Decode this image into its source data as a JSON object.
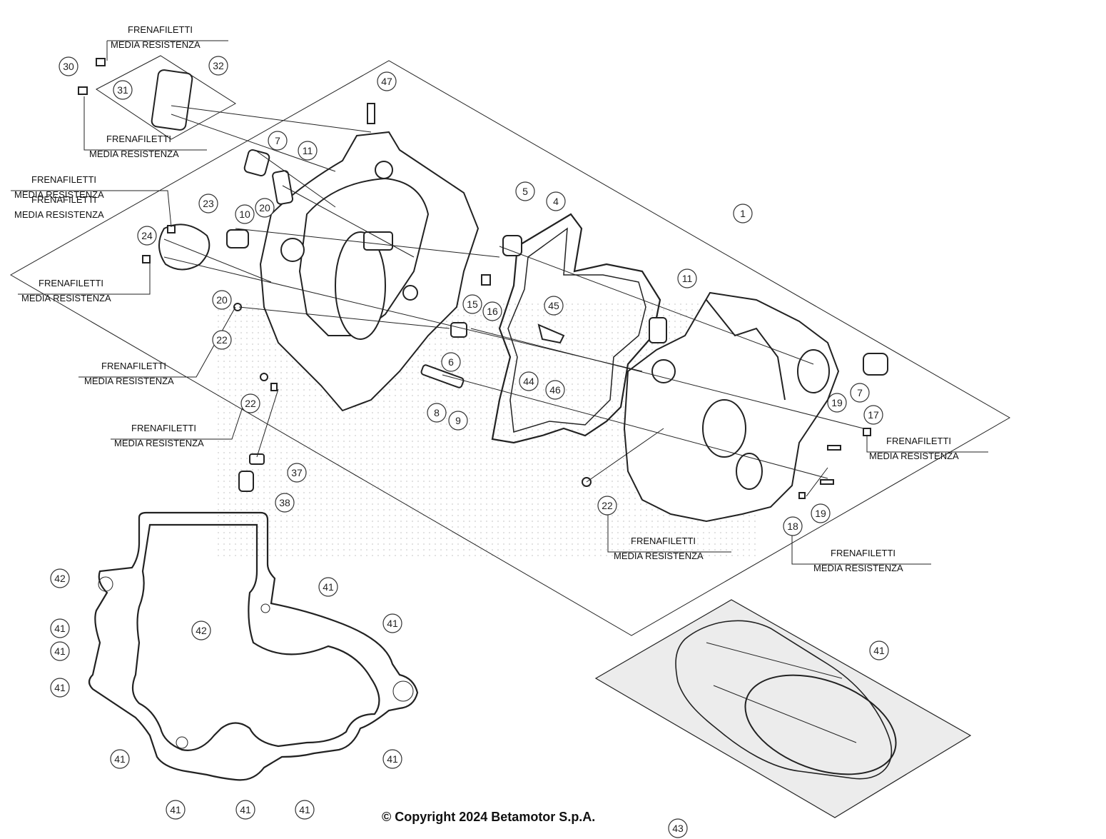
{
  "copyright": "© Copyright 2024 Betamotor S.p.A.",
  "notes": [
    {
      "line1": "FRENAFILETTI",
      "line2": "MEDIA RESISTENZA"
    },
    {
      "line1": "FRENAFILETTI",
      "line2": "MEDIA RESISTENZA"
    },
    {
      "line1": "FRENAFILETTI",
      "line2": "MEDIA RESISTENZA"
    },
    {
      "line1": "FRENAFILETTI",
      "line2": "MEDIA RESISTENZA"
    },
    {
      "line1": "FRENAFILETTI",
      "line2": "MEDIA RESISTENZA"
    },
    {
      "line1": "FRENAFILETTI",
      "line2": "MEDIA RESISTENZA"
    },
    {
      "line1": "FRENAFILETTI",
      "line2": "MEDIA RESISTENZA"
    },
    {
      "line1": "FRENAFILETTI",
      "line2": "MEDIA RESISTENZA"
    },
    {
      "line1": "FRENAFILETTI",
      "line2": "MEDIA RESISTENZA"
    },
    {
      "line1": "FRENAFILETTI",
      "line2": "MEDIA RESISTENZA"
    }
  ],
  "callouts": [
    "30",
    "31",
    "32",
    "47",
    "7",
    "11",
    "23",
    "10",
    "20",
    "24",
    "20",
    "22",
    "22",
    "5",
    "4",
    "1",
    "15",
    "16",
    "6",
    "45",
    "44",
    "46",
    "8",
    "9",
    "11",
    "7",
    "19",
    "17",
    "37",
    "38",
    "22",
    "19",
    "18",
    "42",
    "41",
    "41",
    "41",
    "41",
    "42",
    "41",
    "41",
    "41",
    "41",
    "41",
    "41",
    "41",
    "43"
  ]
}
